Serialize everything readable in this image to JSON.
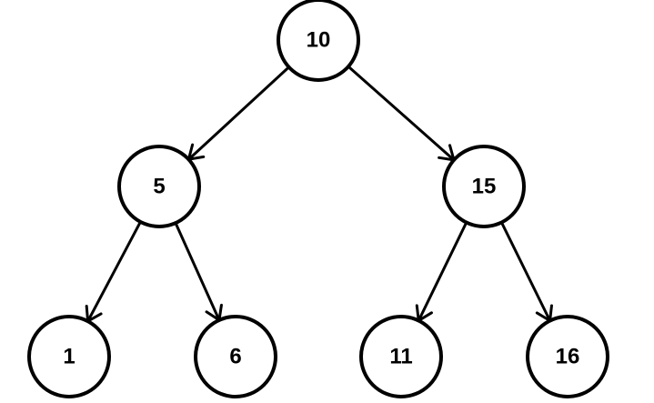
{
  "diagram": {
    "nodes": [
      {
        "id": "n10",
        "label": "10"
      },
      {
        "id": "n5",
        "label": "5"
      },
      {
        "id": "n15",
        "label": "15"
      },
      {
        "id": "n1",
        "label": "1"
      },
      {
        "id": "n6",
        "label": "6"
      },
      {
        "id": "n11",
        "label": "11"
      },
      {
        "id": "n16",
        "label": "16"
      }
    ],
    "edges": [
      {
        "from": "n10",
        "to": "n5"
      },
      {
        "from": "n10",
        "to": "n15"
      },
      {
        "from": "n5",
        "to": "n1"
      },
      {
        "from": "n5",
        "to": "n6"
      },
      {
        "from": "n15",
        "to": "n11"
      },
      {
        "from": "n15",
        "to": "n16"
      }
    ]
  }
}
